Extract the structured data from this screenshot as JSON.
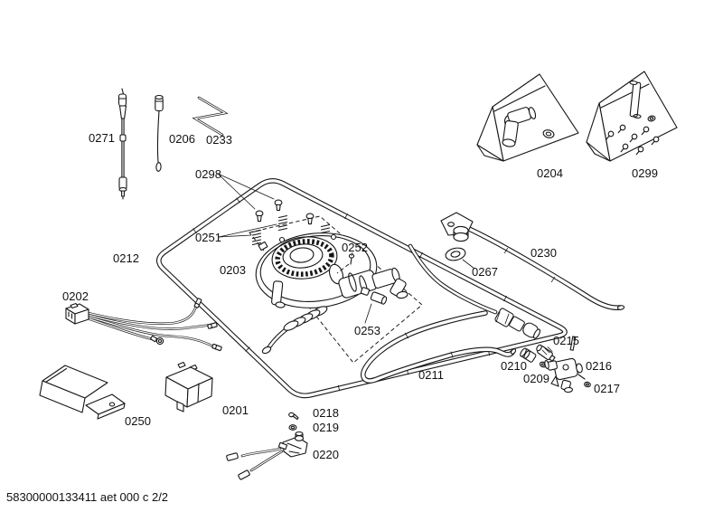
{
  "drawing": {
    "background": "#ffffff",
    "ink": "#161616"
  },
  "footer": {
    "doc_code": "58300000133411 aet 000 c 2/2"
  },
  "parts": {
    "p0201": {
      "label": "0201",
      "name": "mounting-bracket"
    },
    "p0202": {
      "label": "0202",
      "name": "cable-harness"
    },
    "p0203": {
      "label": "0203",
      "name": "burner-assembly"
    },
    "p0204": {
      "label": "0204",
      "name": "parts-bag-elbow-fitting"
    },
    "p0206": {
      "label": "0206",
      "name": "thermocouple-probe"
    },
    "p0209": {
      "label": "0209",
      "name": "seal-washer"
    },
    "p0210": {
      "label": "0210",
      "name": "pipe-fitting"
    },
    "p0211": {
      "label": "0211",
      "name": "hairpin-gas-pipe"
    },
    "p0212": {
      "label": "0212",
      "name": "manifold-frame"
    },
    "p0215": {
      "label": "0215",
      "name": "valve-fitting"
    },
    "p0216": {
      "label": "0216",
      "name": "gas-tap-valve"
    },
    "p0217": {
      "label": "0217",
      "name": "small-seal-washer"
    },
    "p0218": {
      "label": "0218",
      "name": "screw"
    },
    "p0219": {
      "label": "0219",
      "name": "nut"
    },
    "p0220": {
      "label": "0220",
      "name": "ignition-switch"
    },
    "p0230": {
      "label": "0230",
      "name": "burner-gas-pipe"
    },
    "p0233": {
      "label": "0233",
      "name": "spring-wire"
    },
    "p0250": {
      "label": "0250",
      "name": "cover-duct"
    },
    "p0251": {
      "label": "0251",
      "name": "burner-springs"
    },
    "p0252": {
      "label": "0252",
      "name": "small-screw"
    },
    "p0253": {
      "label": "0253",
      "name": "injector-nozzle"
    },
    "p0267": {
      "label": "0267",
      "name": "gasket-washer"
    },
    "p0271": {
      "label": "0271",
      "name": "ignition-electrode"
    },
    "p0298": {
      "label": "0298",
      "name": "burner-screws"
    },
    "p0299": {
      "label": "0299",
      "name": "parts-bag-nozzle-kit"
    }
  }
}
